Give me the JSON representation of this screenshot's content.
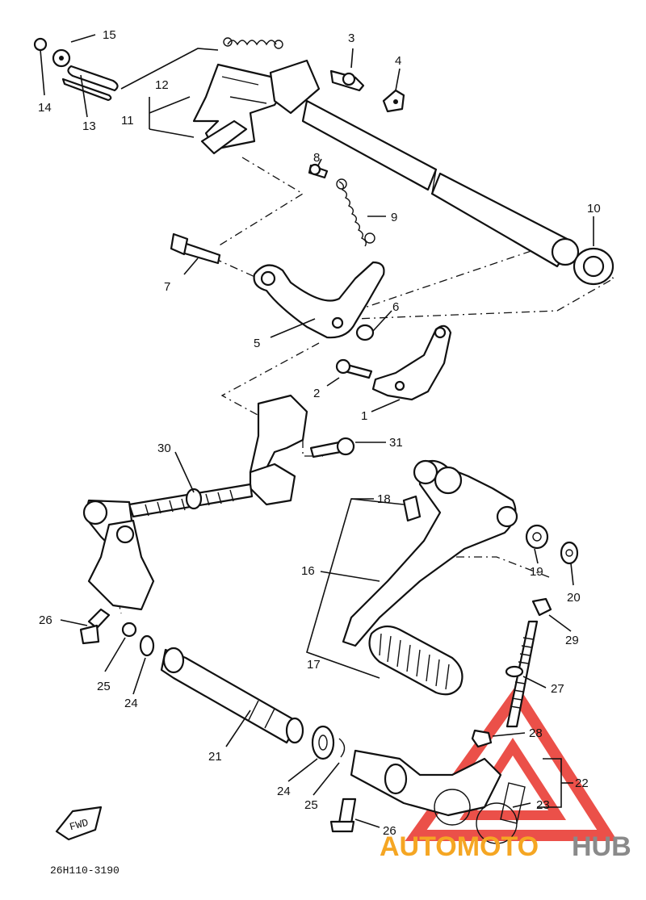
{
  "callouts": [
    "1",
    "2",
    "3",
    "4",
    "5",
    "6",
    "7",
    "8",
    "9",
    "10",
    "11",
    "12",
    "13",
    "14",
    "15",
    "16",
    "17",
    "18",
    "19",
    "20",
    "21",
    "22",
    "23",
    "24",
    "25",
    "26",
    "27",
    "28",
    "29",
    "30",
    "31",
    "24",
    "25",
    "26"
  ],
  "diagram_code": "26H110-3190",
  "fwd_label": "FWD",
  "watermark": {
    "part1": "AUTOMOTO",
    "part2": "HUB",
    "part1_color": "#f5a623",
    "part2_color": "#8a8a8a",
    "triangle_color": "#e8322a"
  }
}
